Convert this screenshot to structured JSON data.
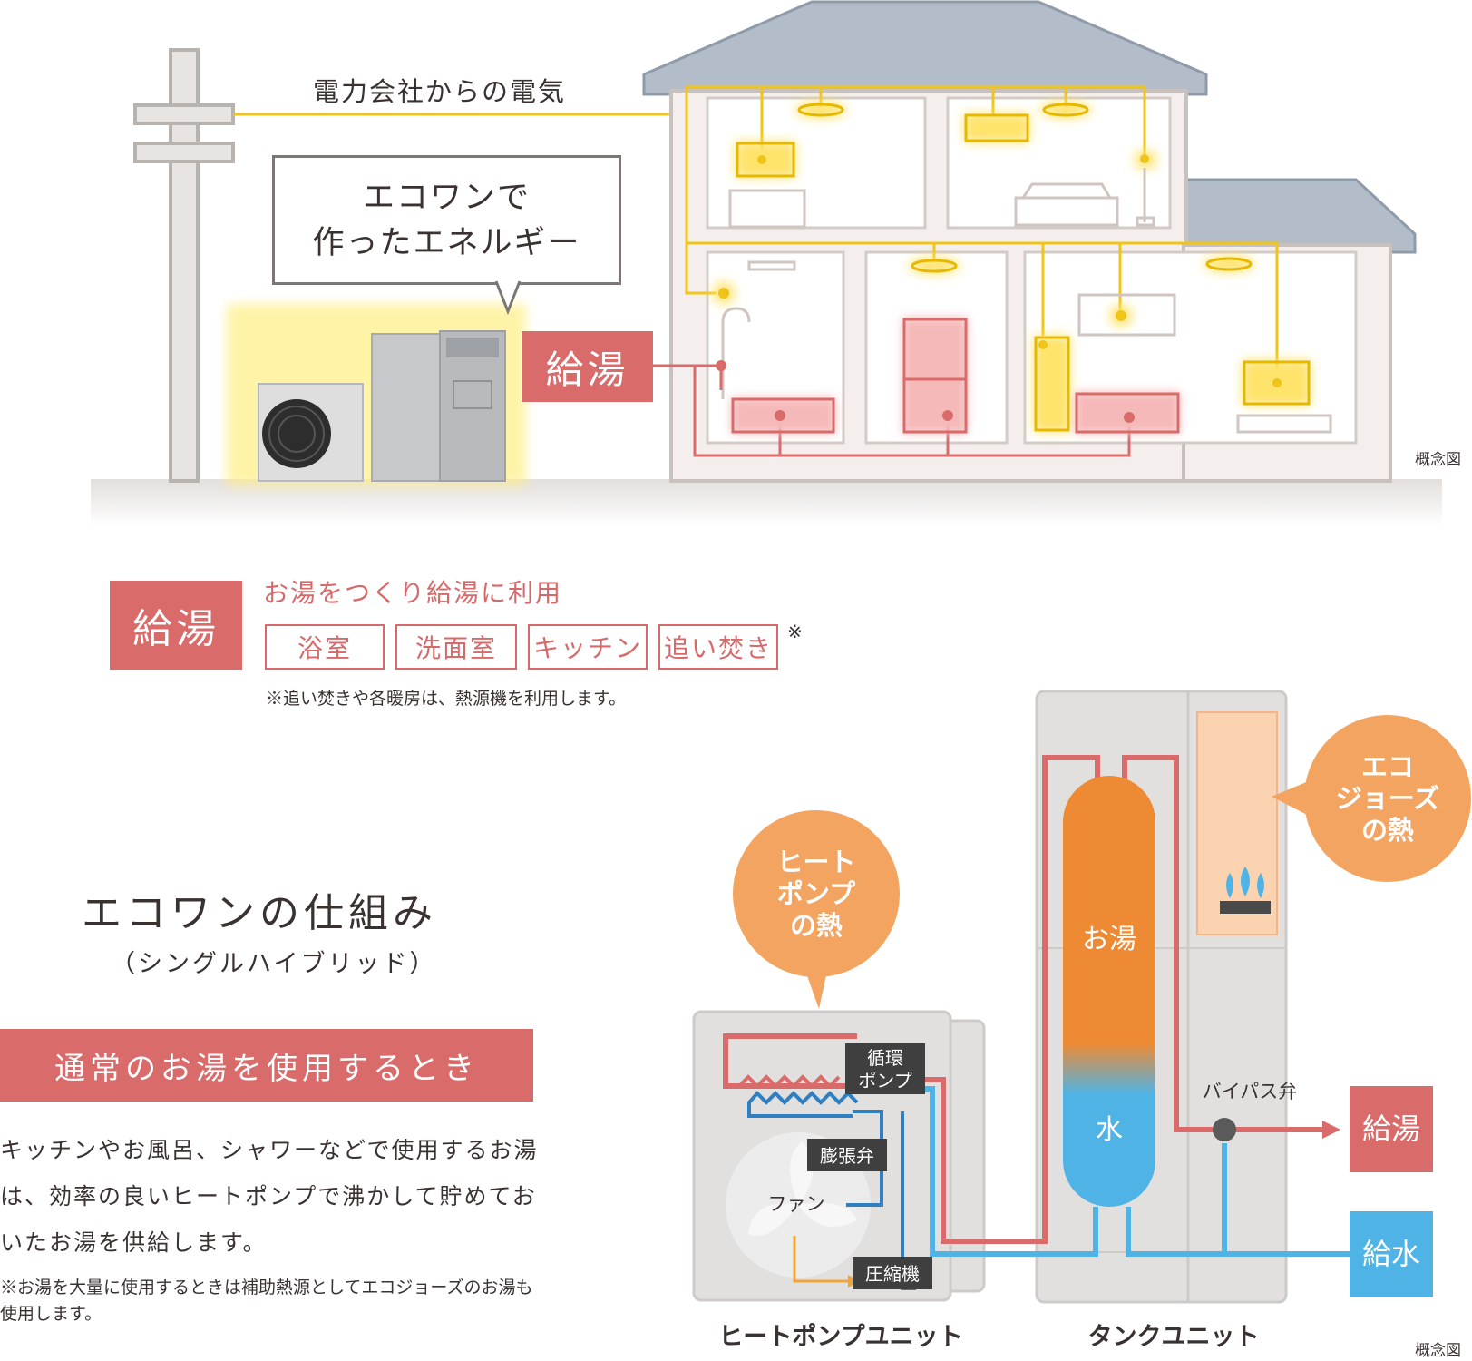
{
  "house": {
    "grid_label": "電力会社からの電気",
    "bubble_line1": "エコワンで",
    "bubble_line2": "作ったエネルギー",
    "supply_tag": "給湯",
    "concept": "概念図"
  },
  "usage": {
    "tag": "給湯",
    "description": "お湯をつくり給湯に利用",
    "chips": [
      "浴室",
      "洗面室",
      "キッチン",
      "追い焚き"
    ],
    "chip_mark": "※",
    "note": "※追い焚きや各暖房は、熱源機を利用します。"
  },
  "mechanism": {
    "title": "エコワンの仕組み",
    "subtitle": "（シングルハイブリッド）",
    "case_banner": "通常のお湯を使用するとき",
    "body": "キッチンやお風呂、シャワーなどで使用するお湯は、効率の良いヒートポンプで沸かして貯めておいたお湯を供給します。",
    "note": "※お湯を大量に使用するときは補助熱源としてエコジョーズのお湯も使用します。"
  },
  "diagram": {
    "hp_bubble": [
      "ヒート",
      "ポンプ",
      "の熱"
    ],
    "eco_bubble": [
      "エコ",
      "ジョーズ",
      "の熱"
    ],
    "pump_label": [
      "循環",
      "ポンプ"
    ],
    "valve_label": "膨張弁",
    "fan_label": "ファン",
    "compressor_label": "圧縮機",
    "hot_label": "お湯",
    "water_label": "水",
    "bypass_label": "バイパス弁",
    "supply_hot": "給湯",
    "supply_cold": "給水",
    "hp_unit": "ヒートポンプユニット",
    "tank_unit": "タンクユニット",
    "concept": "概念図"
  },
  "colors": {
    "accent_red": "#d96b6b",
    "line_yellow": "#f0c419",
    "hot_orange": "#ee8a33",
    "water_blue": "#4fb3e6",
    "bubble_orange": "#f4a461"
  }
}
